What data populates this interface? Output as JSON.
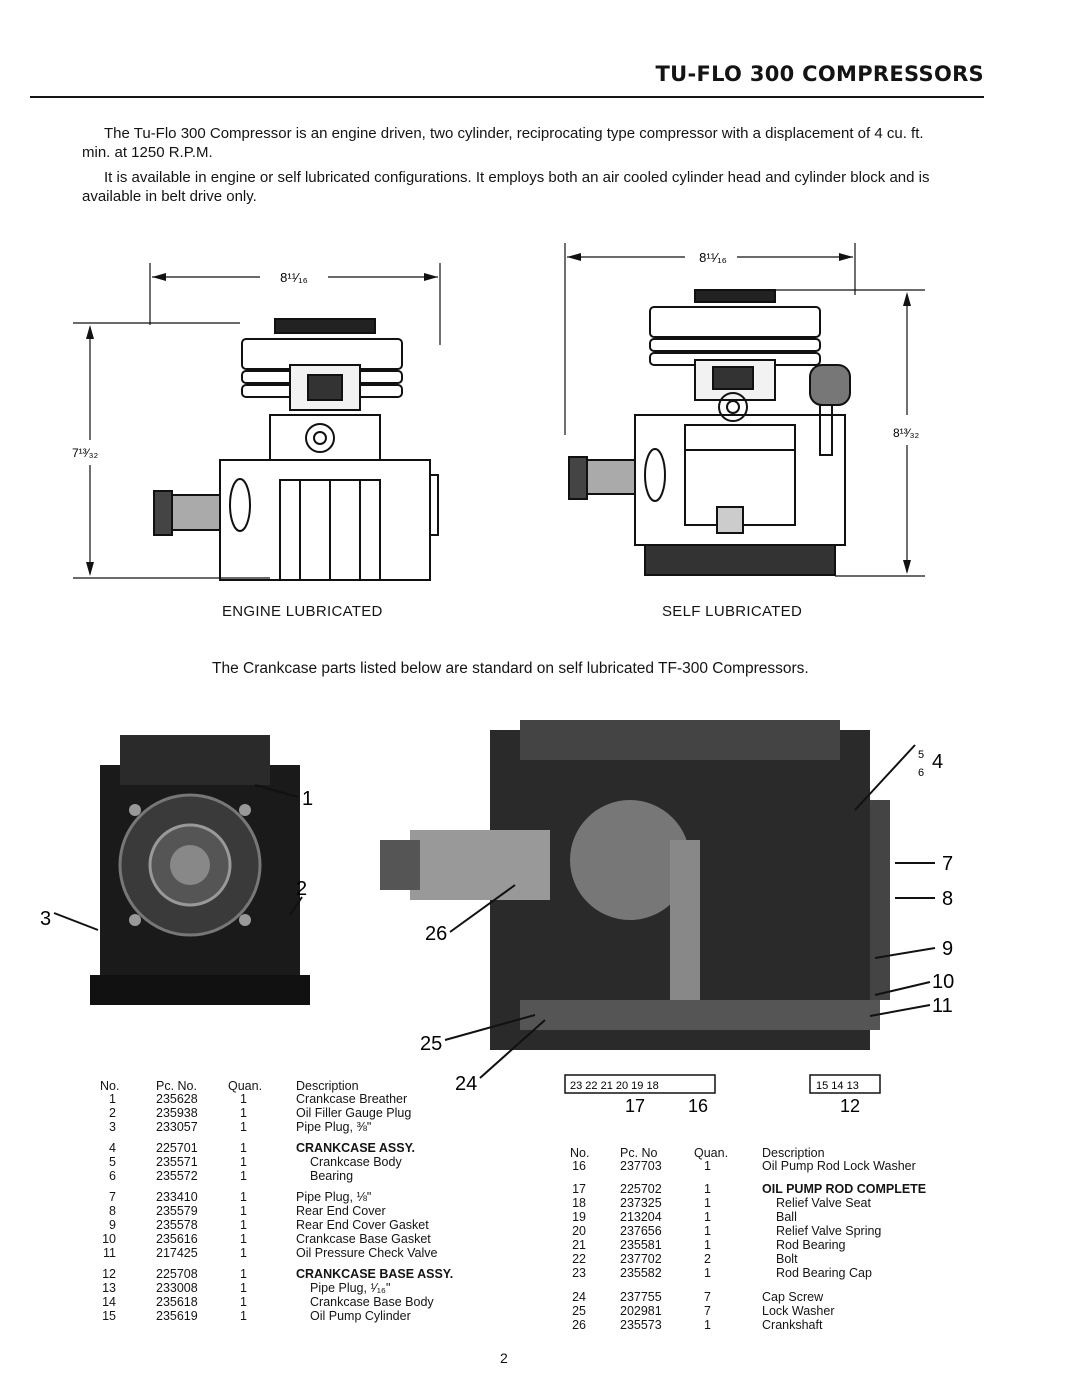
{
  "page_title": "TU-FLO 300 COMPRESSORS",
  "intro": [
    "The Tu-Flo 300 Compressor is an engine driven, two cylinder, reciprocating type compressor with a displacement of 4 cu. ft. min. at 1250 R.P.M.",
    "It is available in engine or self lubricated configurations. It employs both an air cooled cylinder head and cylinder block and is available in belt drive only."
  ],
  "figures": {
    "engine": {
      "caption": "ENGINE LUBRICATED",
      "width_dim": "8¹¹⁄₁₆",
      "height_dim": "7¹³⁄₃₂"
    },
    "self": {
      "caption": "SELF LUBRICATED",
      "width_dim": "8¹¹⁄₁₆",
      "height_dim": "8¹³⁄₃₂"
    }
  },
  "crankcase_note": "The Crankcase parts listed below are standard on self lubricated TF-300 Compressors.",
  "callouts": {
    "left": [
      "1",
      "2",
      "3",
      "26",
      "25",
      "24"
    ],
    "right": [
      "5",
      "6",
      "4",
      "7",
      "8",
      "9",
      "10",
      "11"
    ],
    "bottom_group_a": "23 22 21 20 19 18",
    "bottom_group_b": "15 14 13",
    "bottom_labels": [
      "17",
      "16",
      "12"
    ]
  },
  "table_headers": {
    "no": "No.",
    "pc_left": "Pc. No.",
    "pc_right": "Pc. No",
    "quan": "Quan.",
    "desc": "Description"
  },
  "parts_left": [
    {
      "no": "1",
      "pc": "235628",
      "quan": "1",
      "desc": "Crankcase Breather",
      "style": "normal"
    },
    {
      "no": "2",
      "pc": "235938",
      "quan": "1",
      "desc": "Oil Filler Gauge Plug",
      "style": "normal"
    },
    {
      "no": "3",
      "pc": "233057",
      "quan": "1",
      "desc": "Pipe Plug, ⅜\"",
      "style": "normal"
    },
    {
      "no": "4",
      "pc": "225701",
      "quan": "1",
      "desc": "CRANKCASE ASSY.",
      "style": "head"
    },
    {
      "no": "5",
      "pc": "235571",
      "quan": "1",
      "desc": "Crankcase Body",
      "style": "sub"
    },
    {
      "no": "6",
      "pc": "235572",
      "quan": "1",
      "desc": "Bearing",
      "style": "sub"
    },
    {
      "no": "7",
      "pc": "233410",
      "quan": "1",
      "desc": "Pipe Plug, ⅛\"",
      "style": "normal"
    },
    {
      "no": "8",
      "pc": "235579",
      "quan": "1",
      "desc": "Rear End Cover",
      "style": "normal"
    },
    {
      "no": "9",
      "pc": "235578",
      "quan": "1",
      "desc": "Rear End Cover Gasket",
      "style": "normal"
    },
    {
      "no": "10",
      "pc": "235616",
      "quan": "1",
      "desc": "Crankcase Base Gasket",
      "style": "normal"
    },
    {
      "no": "11",
      "pc": "217425",
      "quan": "1",
      "desc": "Oil Pressure Check Valve",
      "style": "normal"
    },
    {
      "no": "12",
      "pc": "225708",
      "quan": "1",
      "desc": "CRANKCASE BASE ASSY.",
      "style": "head"
    },
    {
      "no": "13",
      "pc": "233008",
      "quan": "1",
      "desc": "Pipe Plug, ¹⁄₁₆\"",
      "style": "sub"
    },
    {
      "no": "14",
      "pc": "235618",
      "quan": "1",
      "desc": "Crankcase Base Body",
      "style": "sub"
    },
    {
      "no": "15",
      "pc": "235619",
      "quan": "1",
      "desc": "Oil Pump Cylinder",
      "style": "sub"
    }
  ],
  "parts_right": [
    {
      "no": "16",
      "pc": "237703",
      "quan": "1",
      "desc": "Oil Pump Rod Lock Washer",
      "style": "normal"
    },
    {
      "no": "17",
      "pc": "225702",
      "quan": "1",
      "desc": "OIL PUMP ROD COMPLETE",
      "style": "head"
    },
    {
      "no": "18",
      "pc": "237325",
      "quan": "1",
      "desc": "Relief Valve Seat",
      "style": "sub"
    },
    {
      "no": "19",
      "pc": "213204",
      "quan": "1",
      "desc": "Ball",
      "style": "sub"
    },
    {
      "no": "20",
      "pc": "237656",
      "quan": "1",
      "desc": "Relief Valve Spring",
      "style": "sub"
    },
    {
      "no": "21",
      "pc": "235581",
      "quan": "1",
      "desc": "Rod Bearing",
      "style": "sub"
    },
    {
      "no": "22",
      "pc": "237702",
      "quan": "2",
      "desc": "Bolt",
      "style": "sub"
    },
    {
      "no": "23",
      "pc": "235582",
      "quan": "1",
      "desc": "Rod Bearing Cap",
      "style": "sub"
    },
    {
      "no": "24",
      "pc": "237755",
      "quan": "7",
      "desc": "Cap Screw",
      "style": "normal"
    },
    {
      "no": "25",
      "pc": "202981",
      "quan": "7",
      "desc": "Lock Washer",
      "style": "normal"
    },
    {
      "no": "26",
      "pc": "235573",
      "quan": "1",
      "desc": "Crankshaft",
      "style": "normal"
    }
  ],
  "page_number": "2"
}
